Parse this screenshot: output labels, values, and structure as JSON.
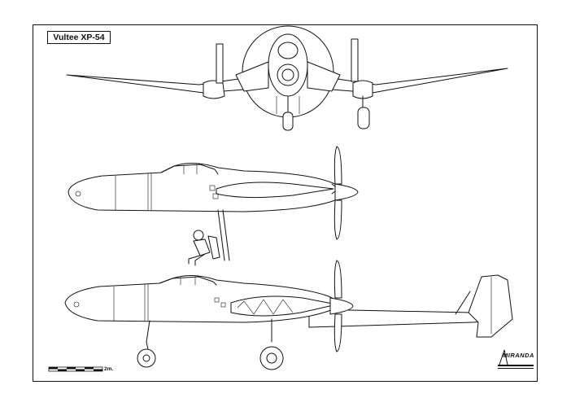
{
  "sheet": {
    "title": "Vultee XP-54",
    "corner_mark": "",
    "scale_label": "2m.",
    "logo_text": "MIRANDA"
  },
  "icons": [
    "aircraft-front-view",
    "aircraft-side-view",
    "aircraft-side-view-gear-down",
    "pilot-ejection-figure",
    "scale-bar",
    "author-logo"
  ]
}
